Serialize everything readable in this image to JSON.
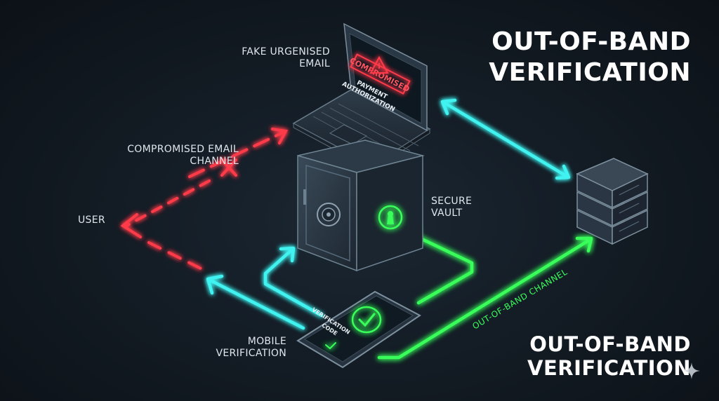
{
  "title": {
    "line1": "OUT-OF-BAND",
    "line2": "VERIFICATION"
  },
  "title_repeat": {
    "line1": "OUT-OF-BAND",
    "line2": "VERIFICATION"
  },
  "labels": {
    "fake_email": {
      "line1": "FAKE URGENISED",
      "line2": "EMAIL"
    },
    "compromised_channel": {
      "line1": "COMPROMISED EMAIL",
      "line2": "CHANNEL"
    },
    "user": "USER",
    "secure_vault": {
      "line1": "SECURE",
      "line2": "VAULT"
    },
    "mobile_verification": {
      "line1": "MOBILE",
      "line2": "VERIFICATION"
    },
    "oob_channel": "OUT-OF-BAND CHANNEL"
  },
  "laptop_screen": {
    "stamp": "COMPROMISED",
    "line1": "PAYMENT",
    "line2": "AUTHORIZATION"
  },
  "phone_screen": {
    "line1": "VERIFICATION",
    "line2": "CODE"
  },
  "icons": [
    "laptop-icon",
    "vault-icon",
    "keyhole-icon",
    "server-icon",
    "phone-icon",
    "checkmark-icon",
    "warning-icon",
    "sparkle-icon"
  ],
  "colors": {
    "red": "#ff3b4a",
    "cyan": "#3ff3f0",
    "green": "#39ff5a",
    "background": "#141c24"
  }
}
